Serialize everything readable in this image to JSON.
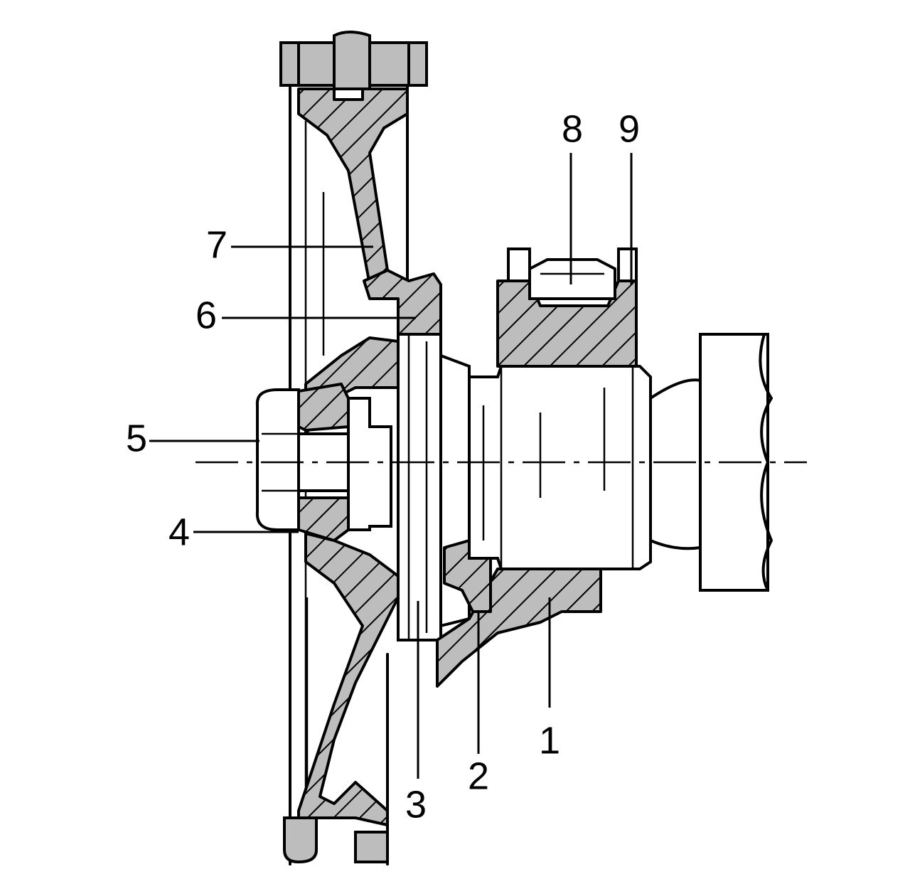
{
  "callouts": [
    {
      "id": "1",
      "label": "1"
    },
    {
      "id": "2",
      "label": "2"
    },
    {
      "id": "3",
      "label": "3"
    },
    {
      "id": "4",
      "label": "4"
    },
    {
      "id": "5",
      "label": "5"
    },
    {
      "id": "6",
      "label": "6"
    },
    {
      "id": "7",
      "label": "7"
    },
    {
      "id": "8",
      "label": "8"
    },
    {
      "id": "9",
      "label": "9"
    }
  ],
  "colors": {
    "line": "#000000",
    "fill_solid": "#bdbdbd",
    "hatch": "#000000",
    "background": "#ffffff"
  }
}
